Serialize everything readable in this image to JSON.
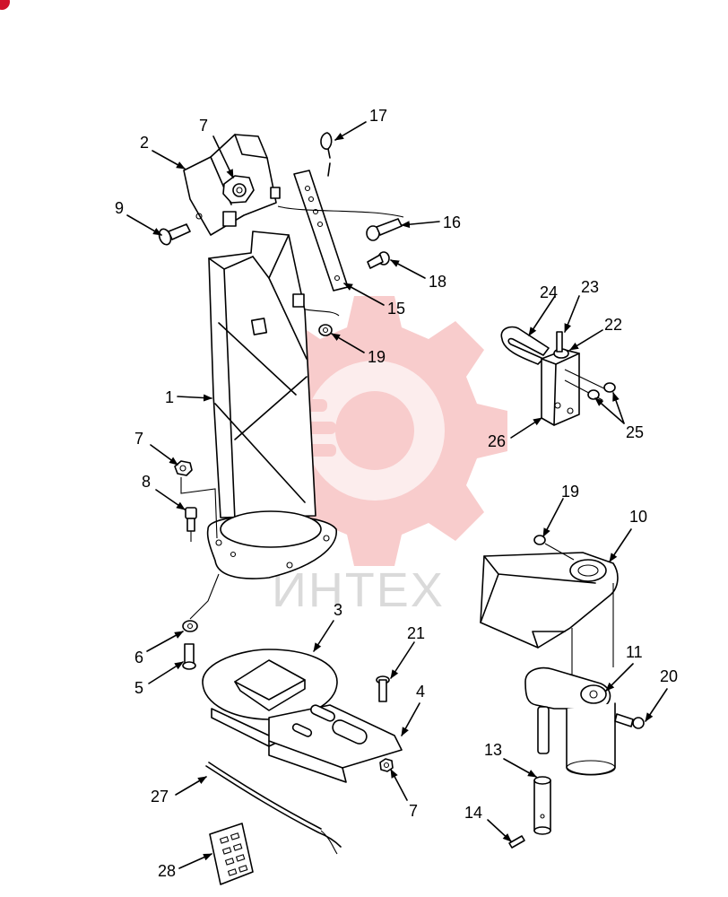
{
  "watermark": {
    "text": "ИНТЕХ",
    "color": "#f2b8b8"
  },
  "corner_badge": {
    "color": "#d0112b"
  },
  "callouts": {
    "c1": "1",
    "c2": "2",
    "c3": "3",
    "c4": "4",
    "c5": "5",
    "c6": "6",
    "c7a": "7",
    "c7b": "7",
    "c7c": "7",
    "c8": "8",
    "c9": "9",
    "c10": "10",
    "c11": "11",
    "c13": "13",
    "c14": "14",
    "c15": "15",
    "c16": "16",
    "c17": "17",
    "c18": "18",
    "c19a": "19",
    "c19b": "19",
    "c20": "20",
    "c21": "21",
    "c22": "22",
    "c23": "23",
    "c24": "24",
    "c25": "25",
    "c26": "26",
    "c27": "27",
    "c28": "28"
  }
}
